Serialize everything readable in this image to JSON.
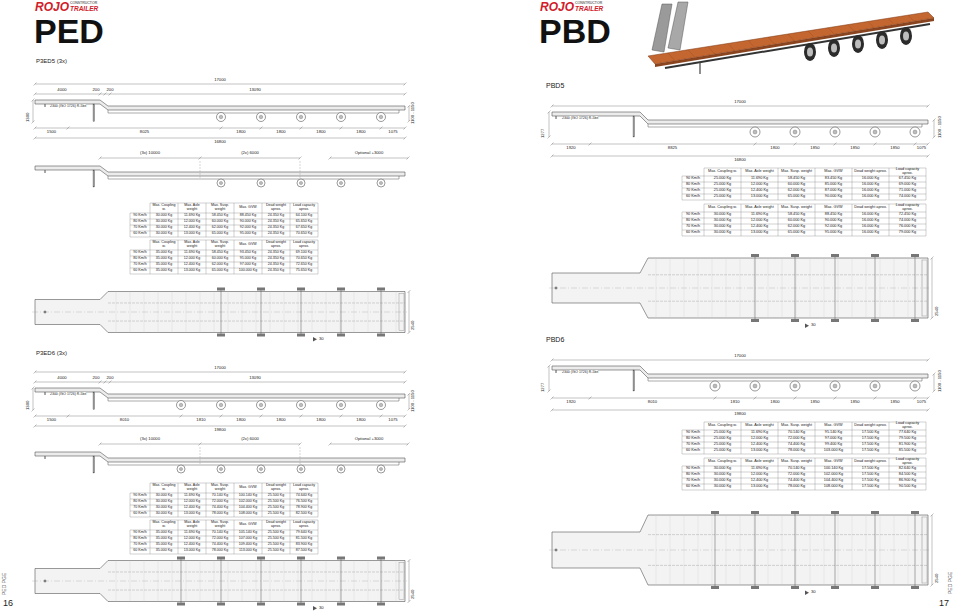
{
  "diagram": {
    "labels": [
      "ROJO",
      "CONSTRUCTOR",
      "TRAILER",
      "PED",
      "P3ED5 (3x)",
      "17000",
      "4000",
      "200",
      "200",
      "13090",
      "1300",
      "1100 - 1150",
      "2300 (ISO 1726) R-5bit",
      "1500",
      "8025",
      "1800",
      "1800",
      "1800",
      "1800",
      "1075",
      "16800",
      "(3x) 10000",
      "(2x) 6000",
      "Optional +3000",
      "Max. Coupling w.",
      "Max. Axle weight",
      "Max. Susp. weight",
      "Max. GVW",
      "Dead weight aprox.",
      "Load capacity aprox.",
      "90 Km/h",
      "30.000 Kg",
      "11.690 Kg",
      "58.450 Kg",
      "88.450 Kg",
      "24.350 Kg",
      "64.100 Kg",
      "80 Km/h",
      "30.000 Kg",
      "12.000 Kg",
      "60.000 Kg",
      "90.000 Kg",
      "24.350 Kg",
      "65.650 Kg",
      "70 Km/h",
      "30.000 Kg",
      "12.400 Kg",
      "62.000 Kg",
      "92.000 Kg",
      "24.350 Kg",
      "67.650 Kg",
      "60 Km/h",
      "30.000 Kg",
      "13.000 Kg",
      "65.000 Kg",
      "95.000 Kg",
      "24.350 Kg",
      "70.650 Kg",
      "Max. Coupling w.",
      "Max. Axle weight",
      "Max. Susp. weight",
      "Max. GVW",
      "Dead weight aprox.",
      "Load capacity aprox.",
      "90 Km/h",
      "35.000 Kg",
      "11.690 Kg",
      "58.450 Kg",
      "93.450 Kg",
      "24.350 Kg",
      "69.100 Kg",
      "80 Km/h",
      "35.000 Kg",
      "12.000 Kg",
      "60.000 Kg",
      "95.000 Kg",
      "24.350 Kg",
      "70.650 Kg",
      "70 Km/h",
      "35.000 Kg",
      "12.400 Kg",
      "62.000 Kg",
      "97.000 Kg",
      "24.350 Kg",
      "72.650 Kg",
      "60 Km/h",
      "35.000 Kg",
      "13.000 Kg",
      "65.000 Kg",
      "100.000 Kg",
      "24.350 Kg",
      "75.650 Kg",
      "2540",
      "30",
      "P3ED6 (3x)",
      "17000",
      "4000",
      "200",
      "200",
      "13090",
      "1300",
      "1100 - 1150",
      "2300 (ISO 1726) R-5bit",
      "1500",
      "8010",
      "1810",
      "1800",
      "1800",
      "1800",
      "1800",
      "1075",
      "19800",
      "(3x) 10000",
      "(2x) 6000",
      "Optional +3000",
      "Max. Coupling w.",
      "Max. Axle weight",
      "Max. Susp. weight",
      "Max. GVW",
      "Dead weight aprox.",
      "Load capacity aprox.",
      "90 Km/h",
      "30.000 Kg",
      "11.690 Kg",
      "70.140 Kg",
      "100.140 Kg",
      "25.500 Kg",
      "74.640 Kg",
      "80 Km/h",
      "30.000 Kg",
      "12.000 Kg",
      "72.000 Kg",
      "102.000 Kg",
      "25.500 Kg",
      "76.500 Kg",
      "70 Km/h",
      "30.000 Kg",
      "12.400 Kg",
      "74.400 Kg",
      "104.400 Kg",
      "25.500 Kg",
      "78.900 Kg",
      "60 Km/h",
      "30.000 Kg",
      "13.000 Kg",
      "78.000 Kg",
      "108.000 Kg",
      "25.500 Kg",
      "82.500 Kg",
      "Max. Coupling w.",
      "Max. Axle weight",
      "Max. Susp. weight",
      "Max. GVW",
      "Dead weight aprox.",
      "Load capacity aprox.",
      "90 Km/h",
      "35.000 Kg",
      "11.690 Kg",
      "70.140 Kg",
      "105.140 Kg",
      "25.500 Kg",
      "79.640 Kg",
      "80 Km/h",
      "35.000 Kg",
      "12.000 Kg",
      "72.000 Kg",
      "107.000 Kg",
      "25.500 Kg",
      "81.500 Kg",
      "70 Km/h",
      "35.000 Kg",
      "12.400 Kg",
      "74.400 Kg",
      "109.400 Kg",
      "25.500 Kg",
      "83.900 Kg",
      "60 Km/h",
      "35.000 Kg",
      "13.000 Kg",
      "78.000 Kg",
      "113.000 Kg",
      "25.500 Kg",
      "87.500 Kg",
      "2540",
      "30",
      "16",
      "PED PGE",
      "ROJO",
      "CONSTRUCTOR",
      "TRAILER",
      "PBD",
      "PBD5",
      "17000",
      "1277",
      "1100 - 1150",
      "2300 (ISO 1726) R-5bit",
      "1920",
      "8825",
      "1800",
      "1850",
      "1850",
      "1850",
      "1075",
      "16800",
      "Max. Coupling w.",
      "Max. Axle weight",
      "Max. Susp. weight",
      "Max. GVW",
      "Dead weight aprox.",
      "Load capacity aprox.",
      "90 Km/h",
      "25.000 Kg",
      "11.690 Kg",
      "58.450 Kg",
      "83.450 Kg",
      "16.000 Kg",
      "67.450 Kg",
      "80 Km/h",
      "25.000 Kg",
      "12.000 Kg",
      "60.000 Kg",
      "85.000 Kg",
      "16.000 Kg",
      "69.000 Kg",
      "70 Km/h",
      "25.000 Kg",
      "12.400 Kg",
      "62.000 Kg",
      "87.000 Kg",
      "16.000 Kg",
      "71.000 Kg",
      "60 Km/h",
      "25.000 Kg",
      "13.000 Kg",
      "65.000 Kg",
      "90.000 Kg",
      "16.000 Kg",
      "74.000 Kg",
      "Max. Coupling w.",
      "Max. Axle weight",
      "Max. Susp. weight",
      "Max. GVW",
      "Dead weight aprox.",
      "Load capacity aprox.",
      "90 Km/h",
      "30.000 Kg",
      "11.690 Kg",
      "58.450 Kg",
      "88.450 Kg",
      "16.000 Kg",
      "72.450 Kg",
      "80 Km/h",
      "30.000 Kg",
      "12.000 Kg",
      "60.000 Kg",
      "90.000 Kg",
      "16.000 Kg",
      "74.000 Kg",
      "70 Km/h",
      "30.000 Kg",
      "12.400 Kg",
      "62.000 Kg",
      "92.000 Kg",
      "16.000 Kg",
      "76.000 Kg",
      "60 Km/h",
      "30.000 Kg",
      "13.000 Kg",
      "65.000 Kg",
      "95.000 Kg",
      "16.000 Kg",
      "79.000 Kg",
      "2540",
      "30",
      "PBD6",
      "17000",
      "1277",
      "1100 - 1150",
      "2300 (ISO 1726) R-5bit",
      "1920",
      "8010",
      "1810",
      "1800",
      "1850",
      "1850",
      "1850",
      "1075",
      "19800",
      "Max. Coupling w.",
      "Max. Axle weight",
      "Max. Susp. weight",
      "Max. GVW",
      "Dead weight aprox.",
      "Load capacity aprox.",
      "90 Km/h",
      "25.000 Kg",
      "11.690 Kg",
      "70.140 Kg",
      "95.140 Kg",
      "17.500 Kg",
      "77.640 Kg",
      "80 Km/h",
      "25.000 Kg",
      "12.000 Kg",
      "72.000 Kg",
      "97.000 Kg",
      "17.500 Kg",
      "79.500 Kg",
      "70 Km/h",
      "25.000 Kg",
      "12.400 Kg",
      "74.400 Kg",
      "99.400 Kg",
      "17.500 Kg",
      "81.900 Kg",
      "60 Km/h",
      "25.000 Kg",
      "13.000 Kg",
      "78.000 Kg",
      "103.000 Kg",
      "17.500 Kg",
      "85.500 Kg",
      "Max. Coupling w.",
      "Max. Axle weight",
      "Max. Susp. weight",
      "Max. GVW",
      "Dead weight aprox.",
      "Load capacity aprox.",
      "90 Km/h",
      "30.000 Kg",
      "11.690 Kg",
      "70.140 Kg",
      "100.140 Kg",
      "17.500 Kg",
      "82.640 Kg",
      "80 Km/h",
      "30.000 Kg",
      "12.000 Kg",
      "72.000 Kg",
      "102.000 Kg",
      "17.500 Kg",
      "84.500 Kg",
      "70 Km/h",
      "30.000 Kg",
      "12.400 Kg",
      "74.400 Kg",
      "104.400 Kg",
      "17.500 Kg",
      "86.900 Kg",
      "60 Km/h",
      "30.000 Kg",
      "13.000 Kg",
      "78.000 Kg",
      "108.000 Kg",
      "17.500 Kg",
      "90.500 Kg",
      "2540",
      "30",
      "17",
      "PED PGE"
    ]
  }
}
